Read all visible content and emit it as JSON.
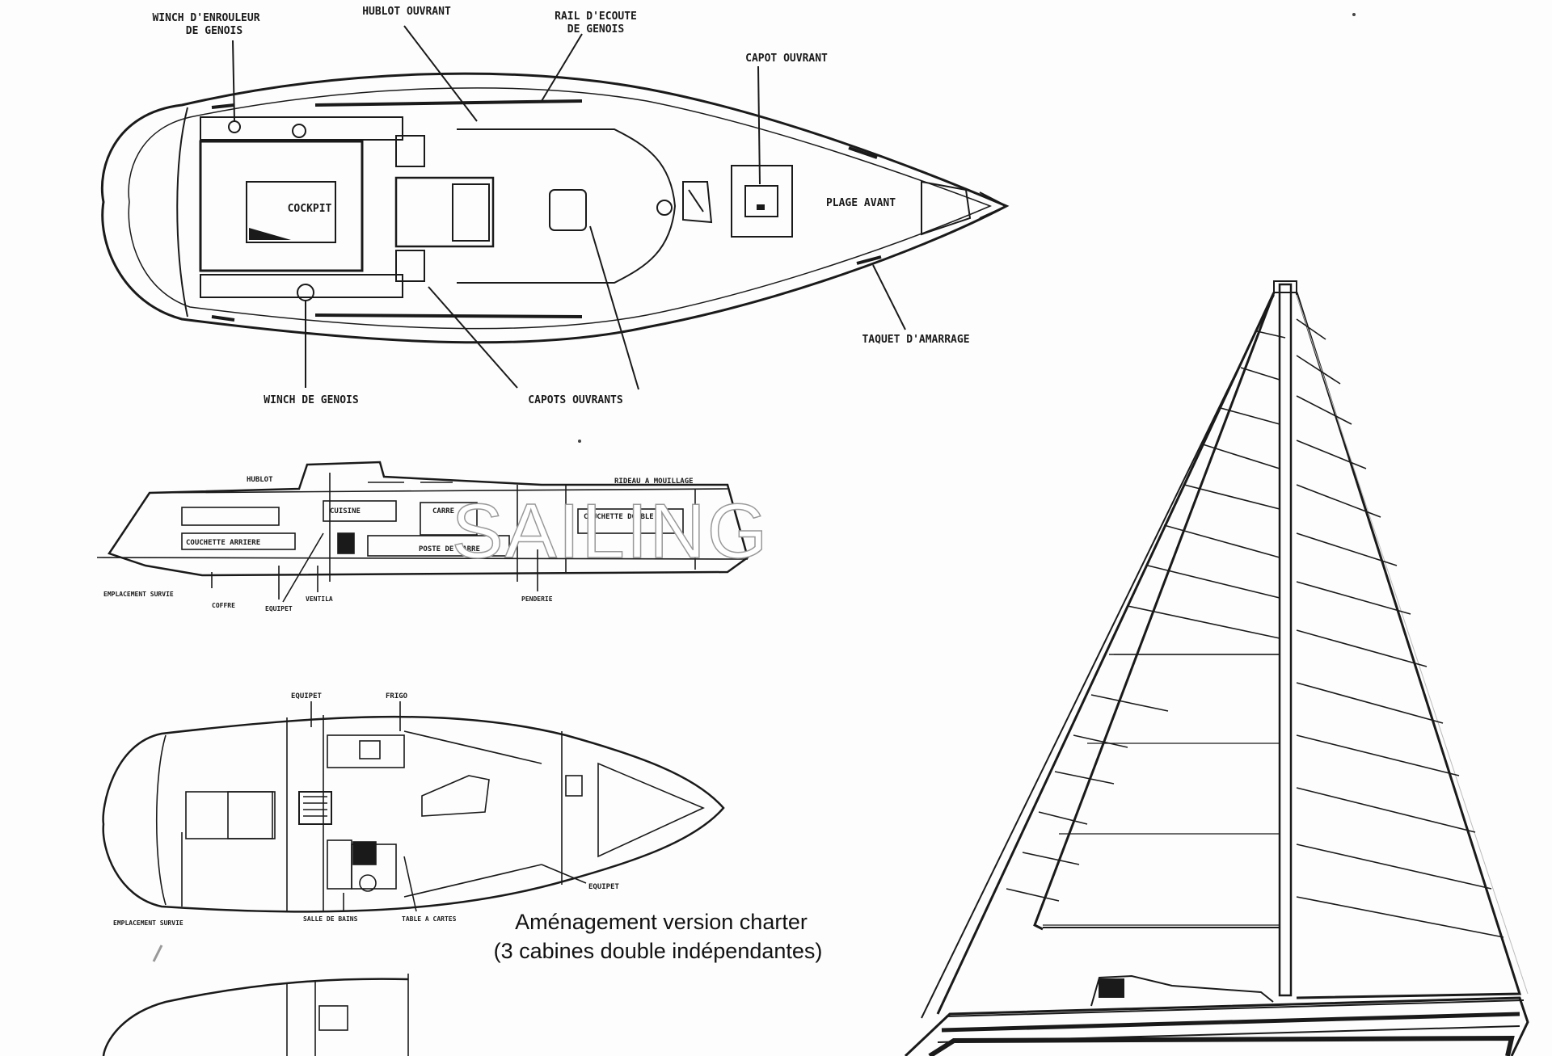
{
  "deck_plan": {
    "labels": {
      "winch_enrouleur": [
        "WINCH D'ENROULEUR",
        "DE GENOIS"
      ],
      "hublot": "HUBLOT OUVRANT",
      "rail_ecoute": [
        "RAIL D'ECOUTE",
        "DE GENOIS"
      ],
      "capot_ouvrant": "CAPOT OUVRANT",
      "cockpit": "COCKPIT",
      "plage_avant": "PLAGE AVANT",
      "taquet": "TAQUET D'AMARRAGE",
      "winch_genois": "WINCH DE GENOIS",
      "capots_ouvrants": "CAPOTS OUVRANTS"
    }
  },
  "profile_section": {
    "labels": {
      "hublot": "HUBLOT",
      "rideau": "RIDEAU A MOUILLAGE",
      "cuisine": "CUISINE",
      "carre": "CARRE",
      "couchette_double": "COUCHETTE DOUBLE",
      "couchette_arriere": "COUCHETTE ARRIERE",
      "poste_de_barre": "POSTE DE BARRE",
      "emplacement_survie": "EMPLACEMENT SURVIE",
      "coffre": "COFFRE",
      "ventila": "VENTILA",
      "equipet": "EQUIPET",
      "penderie": "PENDERIE"
    }
  },
  "interior_plan": {
    "labels": {
      "equipet_top": "EQUIPET",
      "frigo": "FRIGO",
      "equipet_right": "EQUIPET",
      "emplacement_survie": "EMPLACEMENT SURVIE",
      "salle_de_bains": "SALLE DE BAINS",
      "table_carte": "TABLE A CARTES"
    },
    "caption": [
      "Aménagement version charter",
      "(3 cabines double indépendantes)"
    ]
  },
  "watermark": "SAILING",
  "colors": {
    "ink": "#1a1a1a",
    "paper": "#fdfdfd",
    "watermark": "#ffffff"
  }
}
